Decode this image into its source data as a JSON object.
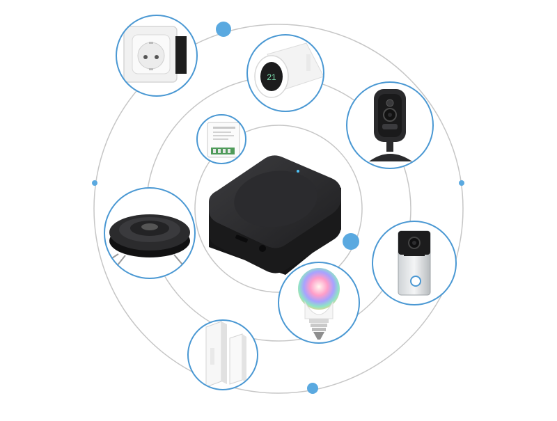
{
  "colors": {
    "ring": "#c6c6c6",
    "accent": "#4a98d3",
    "dot": "#5aa9e0",
    "hub": "#2a2a2c"
  },
  "center_device": {
    "icon": "smart-hub-icon"
  },
  "devices": [
    {
      "id": "wall-socket",
      "icon": "wall-socket-icon"
    },
    {
      "id": "radiator-thermostat",
      "icon": "thermostat-icon",
      "display": "21"
    },
    {
      "id": "security-camera",
      "icon": "camera-icon"
    },
    {
      "id": "relay-module",
      "icon": "relay-module-icon"
    },
    {
      "id": "robot-vacuum",
      "icon": "robot-vacuum-icon"
    },
    {
      "id": "video-doorbell",
      "icon": "doorbell-icon"
    },
    {
      "id": "smart-bulb",
      "icon": "bulb-icon"
    },
    {
      "id": "door-window-sensor",
      "icon": "door-sensor-icon"
    }
  ]
}
